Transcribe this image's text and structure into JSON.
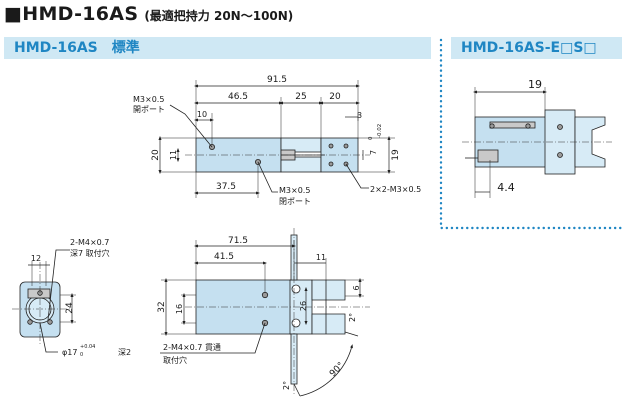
{
  "header": {
    "title": "■HMD-16AS",
    "subtitle": "(最適把持力 20N～100N)"
  },
  "sections": {
    "standard_label_model": "HMD-16AS",
    "standard_label_type": "標準",
    "option_label": "HMD-16AS-E□S□"
  },
  "top_view": {
    "dim_91_5": "91.5",
    "dim_46_5": "46.5",
    "dim_25": "25",
    "dim_20_right": "20",
    "dim_10": "10",
    "dim_3": "3",
    "dim_20_left": "20",
    "dim_11": "11",
    "dim_7": "7",
    "tol_7_upper": "0",
    "tol_7_lower": "-0.02",
    "dim_19": "19",
    "dim_37_5": "37.5",
    "callout_m3_top_1": "M3×0.5",
    "callout_m3_top_2": "開ポート",
    "callout_m3_bottom_1": "M3×0.5",
    "callout_m3_bottom_2": "閉ポート",
    "callout_2x2": "2×2-M3×0.5"
  },
  "option_view": {
    "dim_19": "19",
    "dim_4_4": "4.4"
  },
  "end_view": {
    "dim_12": "12",
    "dim_24": "24",
    "callout_m4_1": "2-M4×0.7",
    "callout_m4_2": "深7 取付穴",
    "callout_phi": "φ17",
    "phi_tol_upper": "+0.04",
    "phi_tol_lower": "0",
    "callout_depth": "深2"
  },
  "front_view": {
    "dim_71_5": "71.5",
    "dim_41_5": "41.5",
    "dim_11": "11",
    "dim_32": "32",
    "dim_16": "16",
    "dim_26": "26",
    "dim_6": "6",
    "dim_2_right": "2°",
    "dim_2_bottom": "2°",
    "dim_90": "90°",
    "callout_m4_1": "2-M4×0.7 貫通",
    "callout_m4_2": "取付穴"
  }
}
